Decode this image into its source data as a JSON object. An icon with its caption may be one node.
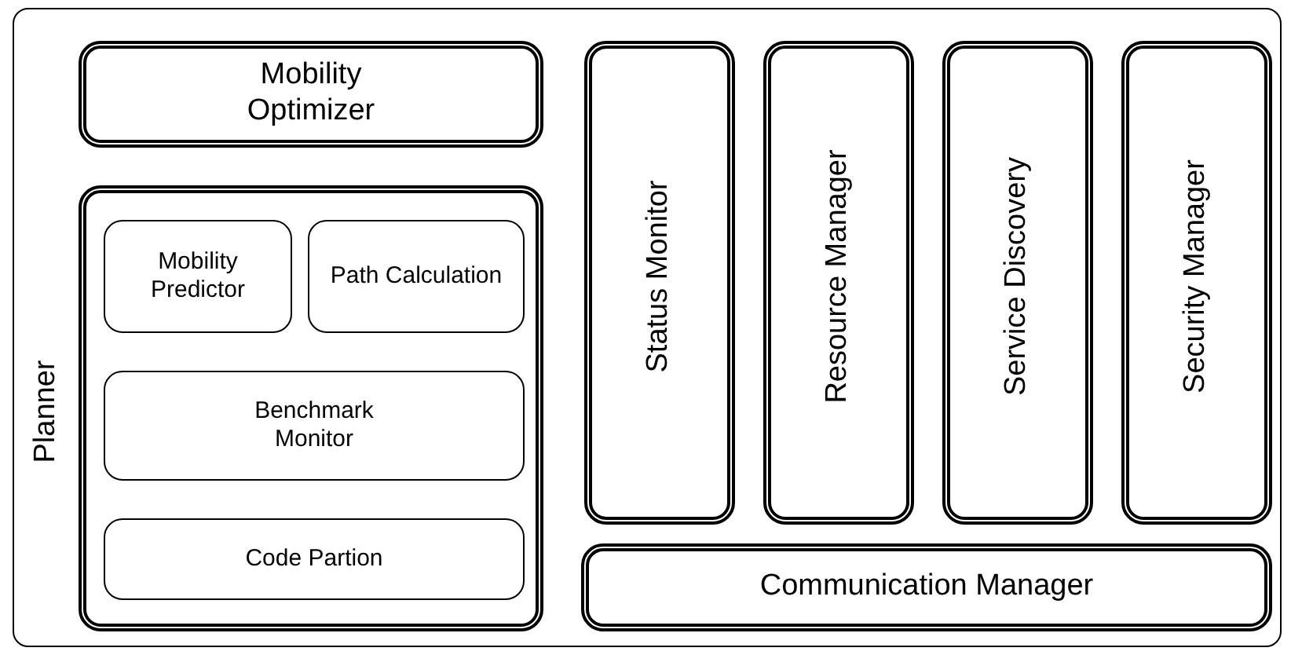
{
  "diagram": {
    "nodes": [
      {
        "text": [],
        "shape": "box"
      },
      {
        "text": [
          "Mobility Optimizer"
        ],
        "in": 0
      },
      {
        "text": [
          "Planner"
        ],
        "in": 0
      },
      {
        "text": [
          "Mobility Predictor"
        ],
        "in": 2
      },
      {
        "text": [
          "Path Calculation"
        ],
        "in": 2
      },
      {
        "text": [
          "Benchmark Monitor"
        ],
        "in": 2
      },
      {
        "text": [
          "Code Partion"
        ],
        "in": 2
      },
      {
        "text": [
          "Status Monitor"
        ],
        "in": 0
      },
      {
        "text": [
          "Resource Manager"
        ],
        "in": 0
      },
      {
        "text": [
          "Service Discovery"
        ],
        "in": 0
      },
      {
        "text": [
          "Security Manager"
        ],
        "in": 0
      },
      {
        "text": [
          "Communication Manager"
        ],
        "in": 0
      }
    ]
  }
}
